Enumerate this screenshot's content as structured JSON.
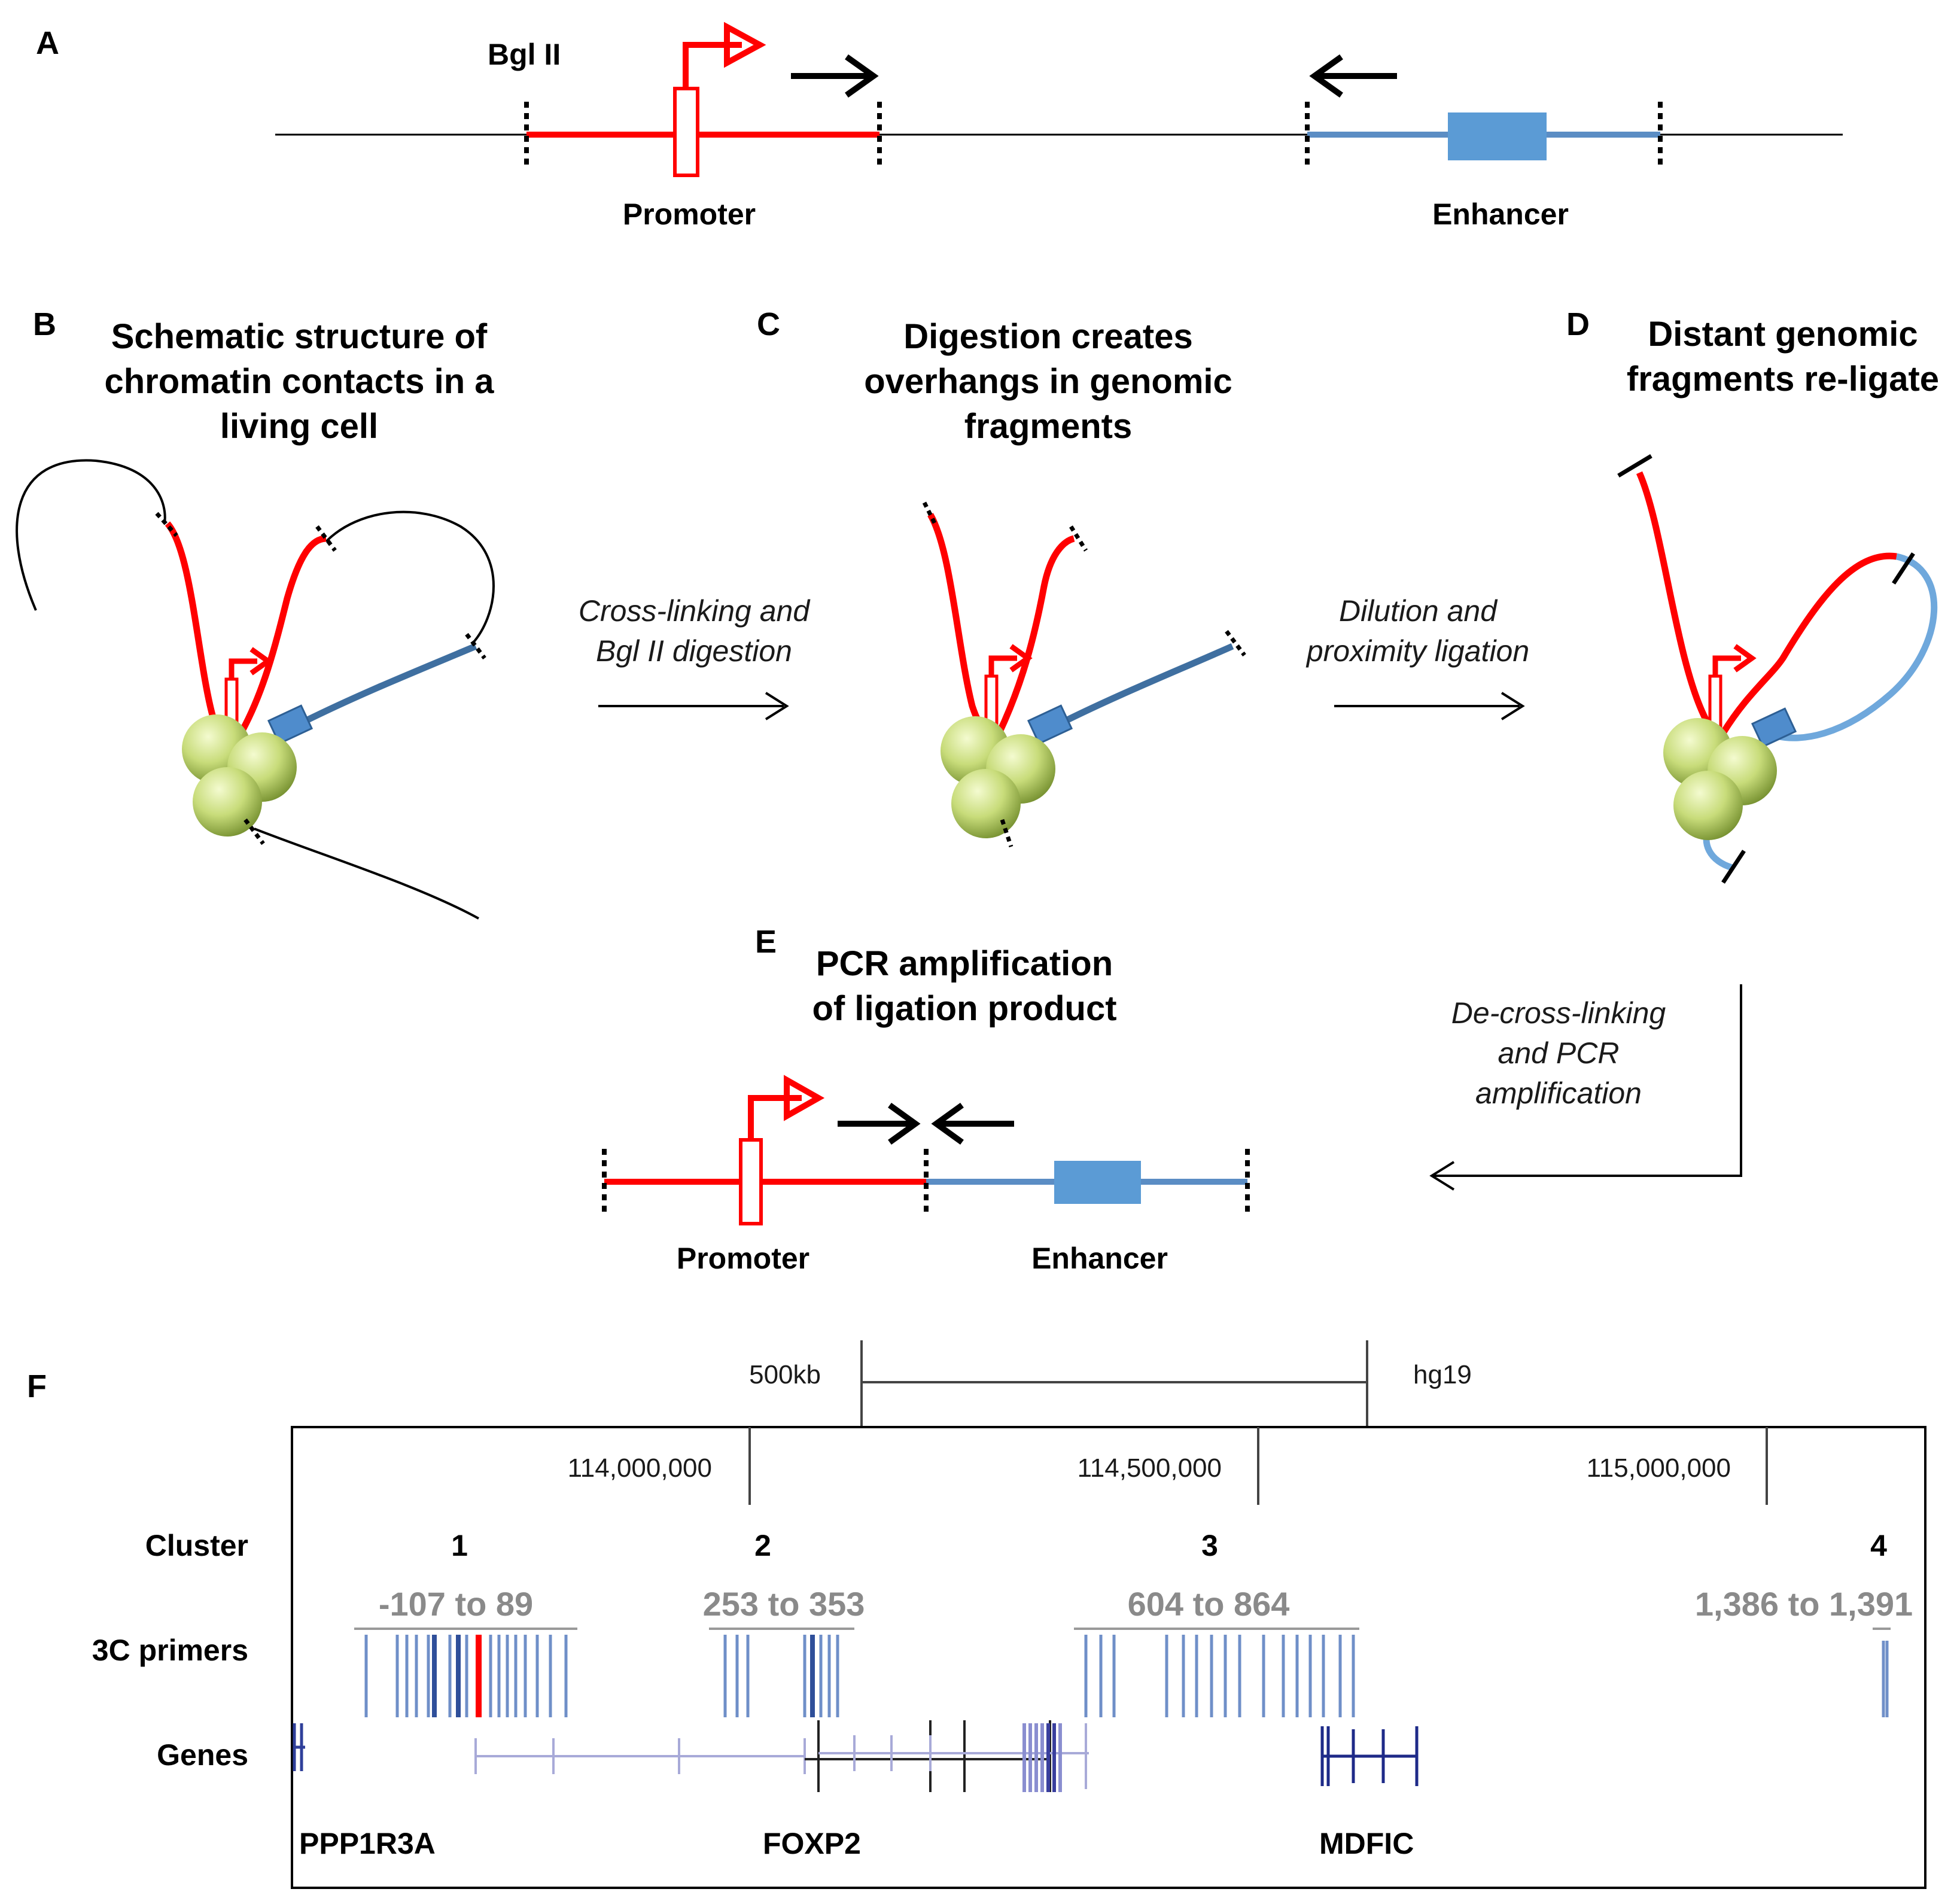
{
  "panelA": {
    "letter": "A",
    "enzyme": "Bgl II",
    "promoter": "Promoter",
    "enhancer": "Enhancer"
  },
  "panelB": {
    "letter": "B",
    "title_lines": [
      "Schematic structure of",
      "chromatin contacts in a",
      "living cell"
    ]
  },
  "panelC": {
    "letter": "C",
    "title_lines": [
      "Digestion creates",
      "overhangs in genomic",
      "fragments"
    ]
  },
  "panelD": {
    "letter": "D",
    "title_lines": [
      "Distant genomic",
      "fragments re-ligate"
    ]
  },
  "panelE": {
    "letter": "E",
    "title_lines": [
      "PCR amplification",
      "of ligation product"
    ],
    "promoter": "Promoter",
    "enhancer": "Enhancer"
  },
  "steps": {
    "bc": [
      "Cross-linking and",
      "Bgl II digestion"
    ],
    "cd": [
      "Dilution and",
      "proximity ligation"
    ],
    "de": [
      "De-cross-linking",
      "and PCR",
      "amplification"
    ]
  },
  "panelF": {
    "letter": "F",
    "scale_label": "500kb",
    "assembly": "hg19",
    "coordinates": [
      "114,000,000",
      "114,500,000",
      "115,000,000"
    ],
    "row_labels": {
      "cluster": "Cluster",
      "primers": "3C primers",
      "genes": "Genes"
    },
    "clusters": [
      {
        "number": "1",
        "range": "-107 to 89"
      },
      {
        "number": "2",
        "range": "253 to 353"
      },
      {
        "number": "3",
        "range": "604 to 864"
      },
      {
        "number": "4",
        "range": "1,386 to 1,391"
      }
    ],
    "genes": [
      "PPP1R3A",
      "FOXP2",
      "MDFIC"
    ]
  },
  "colors": {
    "promoter_red": "#ff0000",
    "enhancer_blue": "#5b9bd5",
    "chromatin_blue": "#3f6fa0",
    "primer_blue": "#6f8fc8",
    "range_gray": "#8a8a8a",
    "nucleosome_green": "#c8dc7a"
  }
}
